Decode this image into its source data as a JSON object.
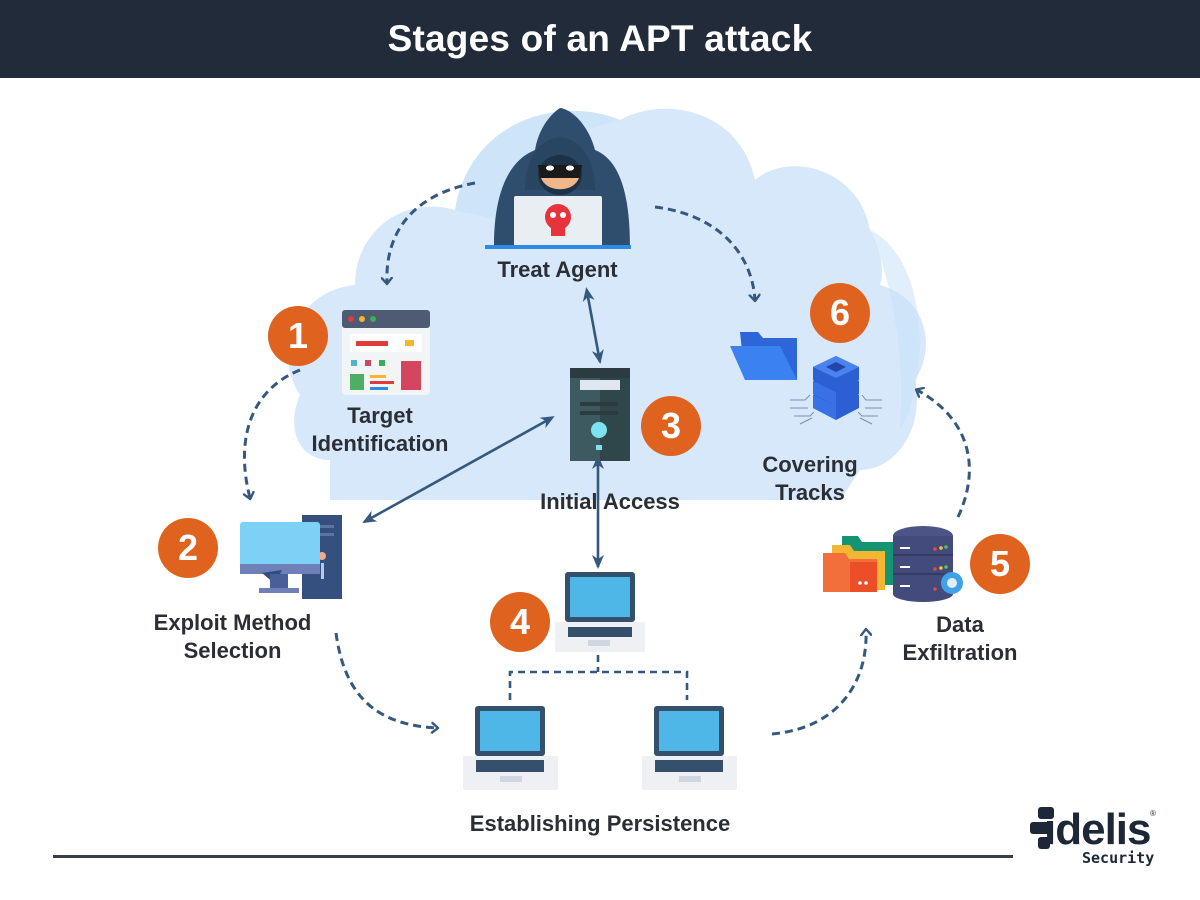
{
  "header": {
    "title": "Stages of an APT attack"
  },
  "center": {
    "label": "Treat Agent",
    "icon": "hacker-icon"
  },
  "stages": [
    {
      "number": "1",
      "label_line1": "Target",
      "label_line2": "Identification",
      "icon": "web-page-icon"
    },
    {
      "number": "2",
      "label_line1": "Exploit Method",
      "label_line2": "Selection",
      "icon": "desktop-computer-icon"
    },
    {
      "number": "3",
      "label_line1": "Initial Access",
      "label_line2": "",
      "icon": "server-tower-icon"
    },
    {
      "number": "4",
      "label_line1": "Establishing Persistence",
      "label_line2": "",
      "icon": "laptop-network-icon"
    },
    {
      "number": "5",
      "label_line1": "Data",
      "label_line2": "Exfiltration",
      "icon": "database-folders-icon"
    },
    {
      "number": "6",
      "label_line1": "Covering",
      "label_line2": "Tracks",
      "icon": "folder-server-icon"
    }
  ],
  "logo": {
    "brand": "idelis",
    "sub": "Security",
    "registered": "®"
  },
  "colors": {
    "header_bg": "#212b3a",
    "badge": "#e0621f",
    "cloud": "#d6e8fa",
    "arrow": "#35587f",
    "text": "#2b2f35"
  }
}
